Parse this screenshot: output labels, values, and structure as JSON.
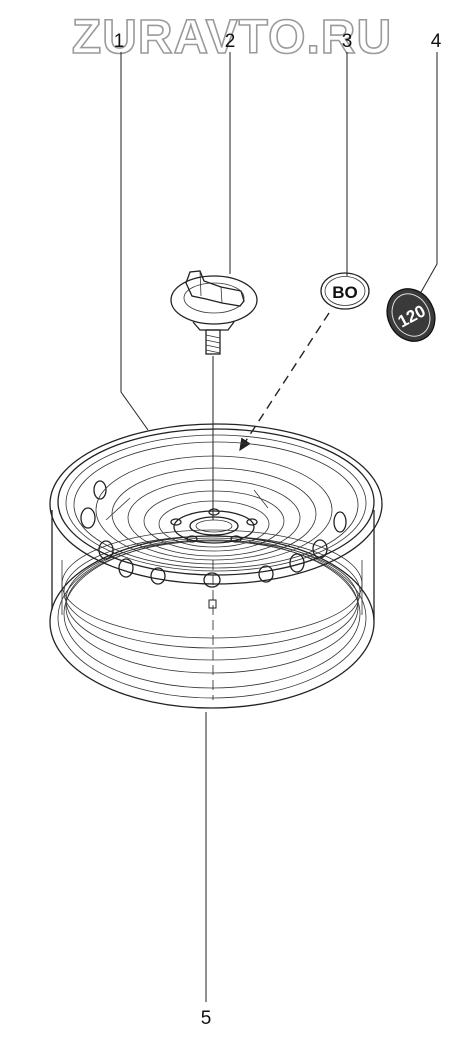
{
  "watermark": {
    "text": "ZURAVTO.RU"
  },
  "callouts": [
    {
      "id": "1",
      "label": "1"
    },
    {
      "id": "2",
      "label": "2"
    },
    {
      "id": "3",
      "label": "3"
    },
    {
      "id": "4",
      "label": "4"
    },
    {
      "id": "5",
      "label": "5"
    }
  ],
  "badges": {
    "badge_3": "BO",
    "badge_4": "120"
  },
  "colors": {
    "line": "#222222",
    "watermark_outline": "#9a9a9a",
    "badge_4_fill": "#3a3a3a"
  },
  "icons": {
    "bolt_cap": "hub-cap-bolt-icon",
    "emblem_3": "bo-emblem-icon",
    "emblem_4": "120-emblem-icon",
    "wheel": "steel-wheel-rim-icon"
  }
}
